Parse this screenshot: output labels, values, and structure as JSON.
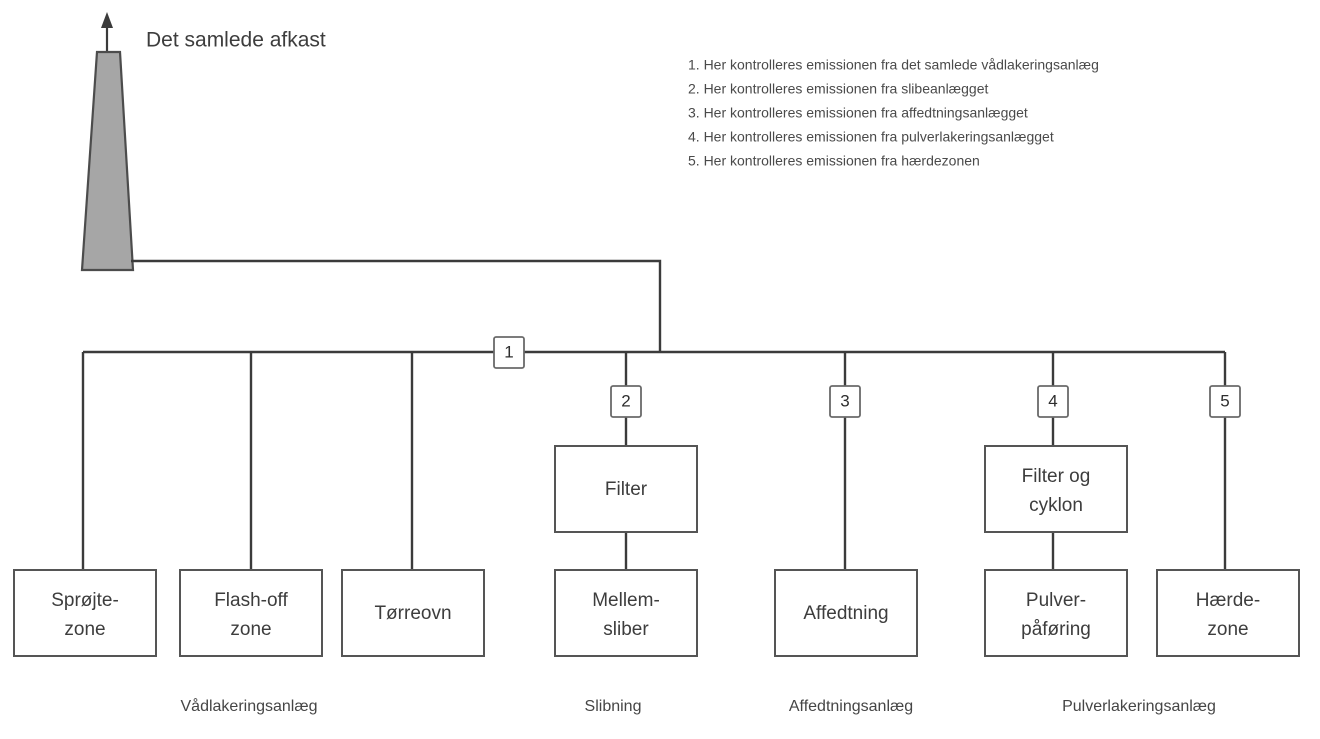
{
  "diagram": {
    "stack": {
      "title": "Det samlede afkast",
      "icon": "chimney-stack-icon",
      "arrow_icon": "up-arrow-icon",
      "fill_color": "#a6a6a6",
      "stroke_color": "#4c4c4c"
    },
    "legend": {
      "items": [
        "1. Her kontrolleres emissionen fra det samlede vådlakeringsanlæg",
        "2. Her kontrolleres emissionen fra slibeanlægget",
        "3. Her kontrolleres emissionen fra affedtningsanlægget",
        "4. Her kontrolleres emissionen fra pulverlakeringsanlægget",
        "5. Her kontrolleres emissionen fra hærdezonen"
      ]
    },
    "badges": [
      {
        "id": "badge-1",
        "label": "1"
      },
      {
        "id": "badge-2",
        "label": "2"
      },
      {
        "id": "badge-3",
        "label": "3"
      },
      {
        "id": "badge-4",
        "label": "4"
      },
      {
        "id": "badge-5",
        "label": "5"
      }
    ],
    "mid_boxes": [
      {
        "id": "filter",
        "line1": "Filter",
        "line2": ""
      },
      {
        "id": "filter-og-cyklon",
        "line1": "Filter og",
        "line2": "cyklon"
      }
    ],
    "bottom_boxes": [
      {
        "id": "sproejtezone",
        "line1": "Sprøjte-",
        "line2": "zone"
      },
      {
        "id": "flash-off-zone",
        "line1": "Flash-off",
        "line2": "zone"
      },
      {
        "id": "toerreovn",
        "line1": "Tørreovn",
        "line2": ""
      },
      {
        "id": "mellemsliber",
        "line1": "Mellem-",
        "line2": "sliber"
      },
      {
        "id": "affedtning",
        "line1": "Affedtning",
        "line2": ""
      },
      {
        "id": "pulverpaafoering",
        "line1": "Pulver-",
        "line2": "påføring"
      },
      {
        "id": "haerdezone",
        "line1": "Hærde-",
        "line2": "zone"
      }
    ],
    "group_captions": [
      {
        "id": "vaadlakeringsanlaeg",
        "label": "Vådlakeringsanlæg"
      },
      {
        "id": "slibning",
        "label": "Slibning"
      },
      {
        "id": "affedtningsanlaeg",
        "label": "Affedtningsanlæg"
      },
      {
        "id": "pulverlakeringsanlaeg",
        "label": "Pulverlakeringsanlæg"
      }
    ]
  }
}
